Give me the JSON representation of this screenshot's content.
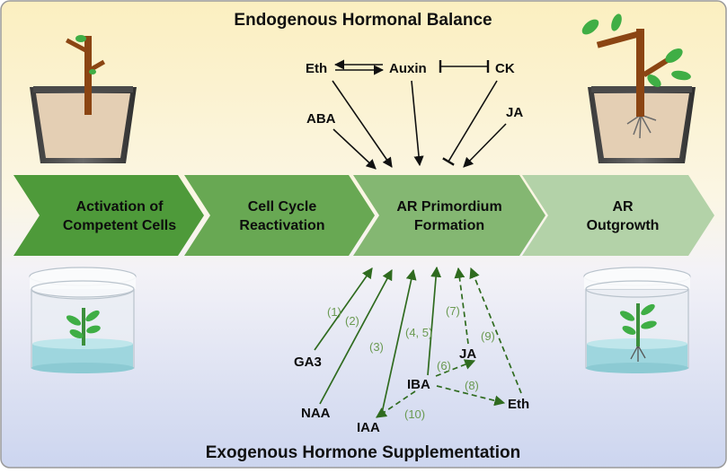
{
  "title_top": "Endogenous Hormonal Balance",
  "title_bottom": "Exogenous Hormone Supplementation",
  "stages": [
    {
      "line1": "Activation of",
      "line2": "Competent Cells"
    },
    {
      "line1": "Cell Cycle",
      "line2": "Reactivation"
    },
    {
      "line1": "AR Primordium",
      "line2": "Formation"
    },
    {
      "line1": "AR",
      "line2": "Outgrowth"
    }
  ],
  "endogenous": {
    "eth": "Eth",
    "auxin": "Auxin",
    "ck": "CK",
    "aba": "ABA",
    "ja": "JA"
  },
  "exogenous": {
    "ga3": "GA3",
    "naa": "NAA",
    "iaa": "IAA",
    "iba": "IBA",
    "ja": "JA",
    "eth": "Eth"
  },
  "refs": {
    "r1": "(1)",
    "r2": "(2)",
    "r3": "(3)",
    "r45": "(4, 5)",
    "r6": "(6)",
    "r7": "(7)",
    "r8": "(8)",
    "r9": "(9)",
    "r10": "(10)"
  },
  "colors": {
    "chevron1": "#4e9a3a",
    "chevron2": "#68a853",
    "chevron3": "#84b772",
    "chevron4": "#b3d2a8",
    "arrow_green": "#2f6b1f",
    "ref_text": "#6a9a52"
  }
}
